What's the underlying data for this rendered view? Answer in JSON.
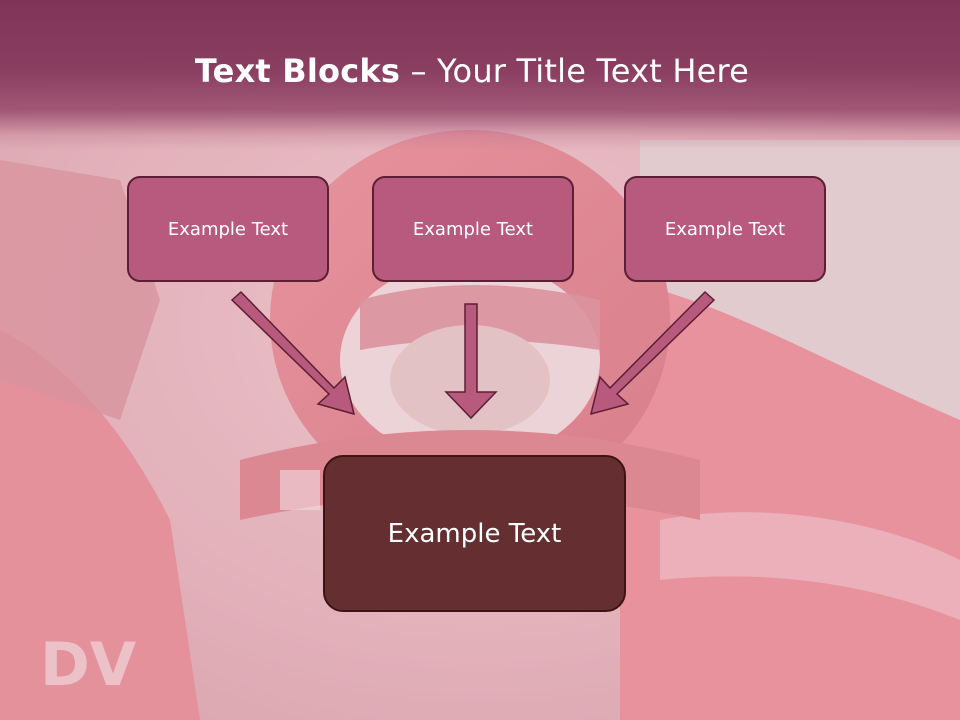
{
  "slide": {
    "title_bold": "Text Blocks",
    "title_rest": " – Your Title Text Here",
    "boxes": [
      {
        "label": "Example Text"
      },
      {
        "label": "Example Text"
      },
      {
        "label": "Example Text"
      }
    ],
    "target_box": {
      "label": "Example Text"
    }
  },
  "colors": {
    "title_band": "#803458",
    "small_box_fill": "#b75a7e",
    "small_box_border": "#5c1f33",
    "big_box_fill": "#652f32",
    "arrow_fill": "#b75a7e"
  }
}
